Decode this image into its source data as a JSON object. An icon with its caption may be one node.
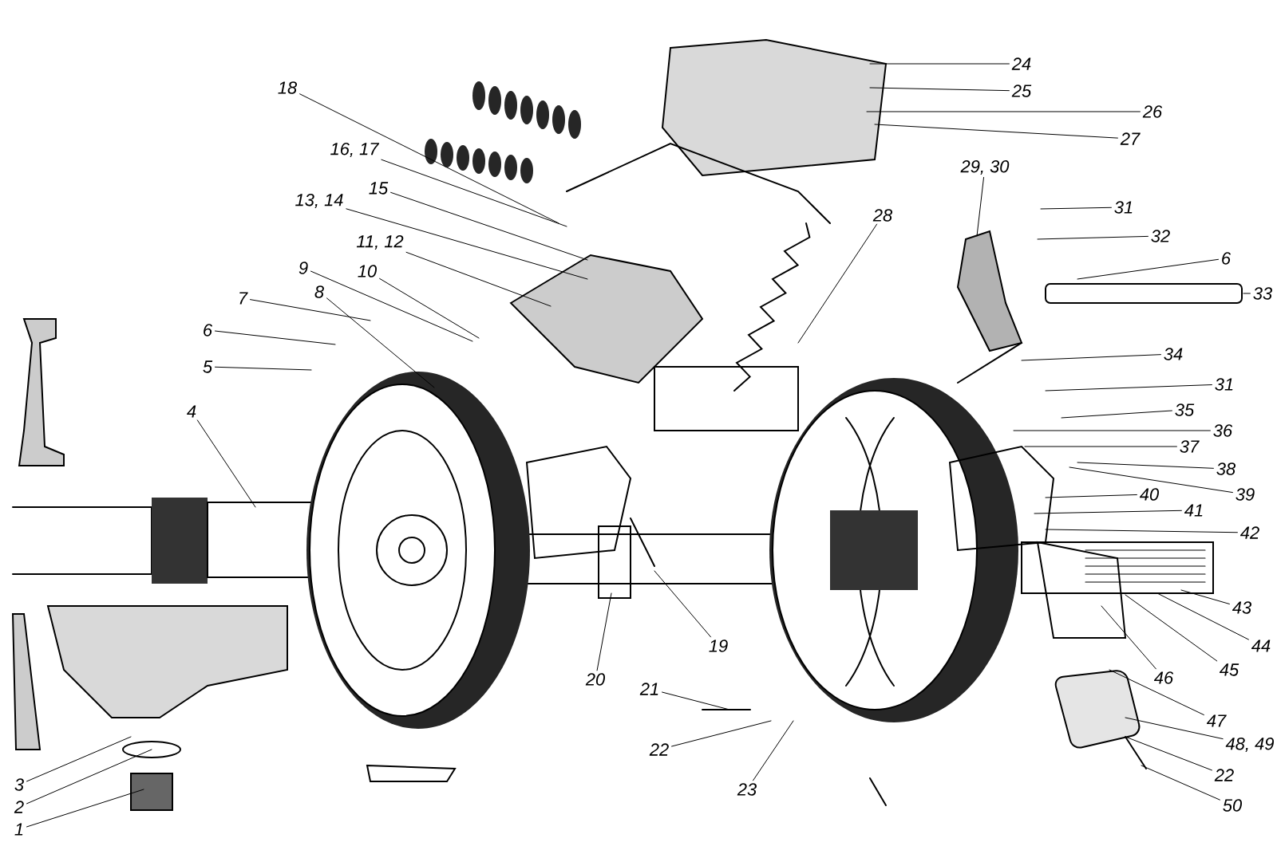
{
  "diagram": {
    "nodes": [
      {
        "text": [
          "18"
        ]
      },
      {
        "text": [
          "16, 17"
        ]
      },
      {
        "text": [
          "15"
        ]
      },
      {
        "text": [
          "13, 14"
        ]
      },
      {
        "text": [
          "11, 12"
        ]
      },
      {
        "text": [
          "10"
        ]
      },
      {
        "text": [
          "9"
        ]
      },
      {
        "text": [
          "7"
        ]
      },
      {
        "text": [
          "8"
        ]
      },
      {
        "text": [
          "6"
        ]
      },
      {
        "text": [
          "5"
        ]
      },
      {
        "text": [
          "4"
        ]
      },
      {
        "text": [
          "3"
        ]
      },
      {
        "text": [
          "2"
        ]
      },
      {
        "text": [
          "1"
        ]
      },
      {
        "text": [
          "19"
        ]
      },
      {
        "text": [
          "20"
        ]
      },
      {
        "text": [
          "21"
        ]
      },
      {
        "text": [
          "22"
        ]
      },
      {
        "text": [
          "23"
        ]
      },
      {
        "text": [
          "24"
        ]
      },
      {
        "text": [
          "25"
        ]
      },
      {
        "text": [
          "26"
        ]
      },
      {
        "text": [
          "27"
        ]
      },
      {
        "text": [
          "28"
        ]
      },
      {
        "text": [
          "29, 30"
        ]
      },
      {
        "text": [
          "31"
        ]
      },
      {
        "text": [
          "32"
        ]
      },
      {
        "text": [
          "6"
        ]
      },
      {
        "text": [
          "33"
        ]
      },
      {
        "text": [
          "34"
        ]
      },
      {
        "text": [
          "31"
        ]
      },
      {
        "text": [
          "35"
        ]
      },
      {
        "text": [
          "36"
        ]
      },
      {
        "text": [
          "37"
        ]
      },
      {
        "text": [
          "38"
        ]
      },
      {
        "text": [
          "39"
        ]
      },
      {
        "text": [
          "40"
        ]
      },
      {
        "text": [
          "41"
        ]
      },
      {
        "text": [
          "42"
        ]
      },
      {
        "text": [
          "43"
        ]
      },
      {
        "text": [
          "44"
        ]
      },
      {
        "text": [
          "45"
        ]
      },
      {
        "text": [
          "46"
        ]
      },
      {
        "text": [
          "47"
        ]
      },
      {
        "text": [
          "48, 49"
        ]
      },
      {
        "text": [
          "22"
        ]
      },
      {
        "text": [
          "50"
        ]
      }
    ],
    "edges": [
      {
        "from": 0,
        "to": null,
        "arrow": "none"
      },
      {
        "from": 1,
        "to": null,
        "arrow": "none"
      },
      {
        "from": 2,
        "to": null,
        "arrow": "none"
      },
      {
        "from": 3,
        "to": null,
        "arrow": "none"
      },
      {
        "from": 4,
        "to": null,
        "arrow": "none"
      },
      {
        "from": 5,
        "to": null,
        "arrow": "none"
      },
      {
        "from": 6,
        "to": null,
        "arrow": "none"
      },
      {
        "from": 7,
        "to": null,
        "arrow": "none"
      },
      {
        "from": 8,
        "to": null,
        "arrow": "none"
      },
      {
        "from": 9,
        "to": null,
        "arrow": "none"
      },
      {
        "from": 10,
        "to": null,
        "arrow": "none"
      },
      {
        "from": 11,
        "to": null,
        "arrow": "none"
      },
      {
        "from": 12,
        "to": null,
        "arrow": "none"
      },
      {
        "from": 13,
        "to": null,
        "arrow": "none"
      },
      {
        "from": 14,
        "to": null,
        "arrow": "none"
      },
      {
        "from": 15,
        "to": null,
        "arrow": "none"
      },
      {
        "from": 16,
        "to": null,
        "arrow": "none"
      },
      {
        "from": 17,
        "to": null,
        "arrow": "none"
      },
      {
        "from": 18,
        "to": null,
        "arrow": "none"
      },
      {
        "from": 19,
        "to": null,
        "arrow": "none"
      },
      {
        "from": 20,
        "to": null,
        "arrow": "none"
      },
      {
        "from": 21,
        "to": null,
        "arrow": "none"
      },
      {
        "from": 22,
        "to": null,
        "arrow": "none"
      },
      {
        "from": 23,
        "to": null,
        "arrow": "none"
      },
      {
        "from": 24,
        "to": null,
        "arrow": "none"
      },
      {
        "from": 25,
        "to": null,
        "arrow": "none"
      },
      {
        "from": 26,
        "to": null,
        "arrow": "none"
      },
      {
        "from": 27,
        "to": null,
        "arrow": "none"
      },
      {
        "from": 28,
        "to": null,
        "arrow": "none"
      },
      {
        "from": 29,
        "to": null,
        "arrow": "none"
      },
      {
        "from": 30,
        "to": null,
        "arrow": "none"
      },
      {
        "from": 31,
        "to": null,
        "arrow": "none"
      },
      {
        "from": 32,
        "to": null,
        "arrow": "none"
      },
      {
        "from": 33,
        "to": null,
        "arrow": "none"
      },
      {
        "from": 34,
        "to": null,
        "arrow": "none"
      },
      {
        "from": 35,
        "to": null,
        "arrow": "none"
      },
      {
        "from": 36,
        "to": null,
        "arrow": "none"
      },
      {
        "from": 37,
        "to": null,
        "arrow": "none"
      },
      {
        "from": 38,
        "to": null,
        "arrow": "none"
      },
      {
        "from": 39,
        "to": null,
        "arrow": "none"
      },
      {
        "from": 40,
        "to": null,
        "arrow": "none"
      },
      {
        "from": 41,
        "to": null,
        "arrow": "none"
      },
      {
        "from": 42,
        "to": null,
        "arrow": "none"
      },
      {
        "from": 43,
        "to": null,
        "arrow": "none"
      },
      {
        "from": 44,
        "to": null,
        "arrow": "none"
      },
      {
        "from": 45,
        "to": null,
        "arrow": "none"
      },
      {
        "from": 46,
        "to": null,
        "arrow": "none"
      },
      {
        "from": 47,
        "to": null,
        "arrow": "none"
      }
    ]
  }
}
